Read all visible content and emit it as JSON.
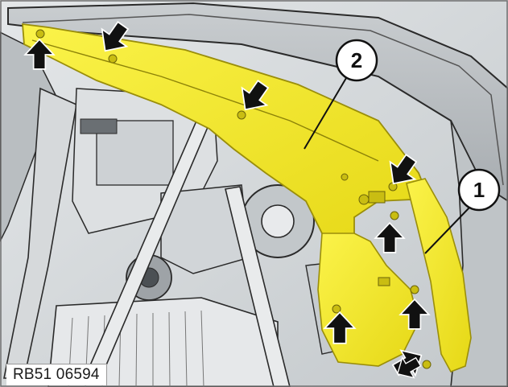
{
  "figure": {
    "reference_code": "RB51 06594",
    "callouts": [
      {
        "id": "callout-1",
        "label": "1"
      },
      {
        "id": "callout-2",
        "label": "2"
      }
    ],
    "arrow_count": 9,
    "colors": {
      "highlight_part": "#f0e81c",
      "highlight_edge": "#b7a90c",
      "line_art": "#2a2a2a",
      "background_metal": "#cfd3d6",
      "arrow": "#111111"
    }
  }
}
